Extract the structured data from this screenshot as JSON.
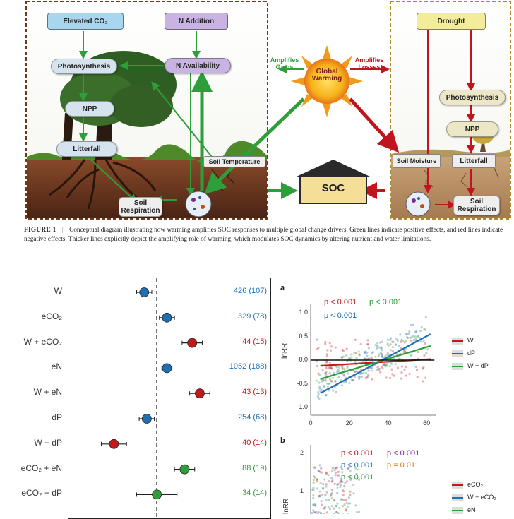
{
  "figure": {
    "diagram": {
      "drivers": {
        "elevated_co2": "Elevated CO₂",
        "n_addition": "N Addition",
        "drought": "Drought"
      },
      "left_nodes": {
        "photosynthesis": "Photosynthesis",
        "n_availability": "N Availability",
        "npp": "NPP",
        "litterfall": "Litterfall",
        "soil_temperature": "Soil Temperature",
        "soil_respiration": "Soil\nRespiration"
      },
      "center": {
        "global_warming": "Global\nWarming",
        "amplifies_gains": "Amplifies\nGains",
        "amplifies_losses": "Amplifies\nLosses",
        "soc": "SOC"
      },
      "right_nodes": {
        "photosynthesis": "Photosynthesis",
        "npp": "NPP",
        "soil_moisture": "Soil Moisture",
        "litterfall": "Litterfall",
        "soil_respiration": "Soil\nRespiration"
      },
      "colors": {
        "positive": "#2e9e3a",
        "negative": "#c0141e",
        "soc_box": "#f5df97",
        "sun": "#f7b319"
      }
    },
    "caption": {
      "label": "FIGURE 1",
      "separator": "|",
      "text": "Conceptual diagram illustrating how warming amplifies SOC responses to multiple global change drivers. Green lines indicate positive effects, and red lines indicate negative effects. Thicker lines explicitly depict the amplifying role of warming, which modulates SOC dynamics by altering nutrient and water limitations."
    },
    "forest_plot": {
      "rows": [
        {
          "label": "W",
          "effect": -0.05,
          "low": -0.08,
          "high": -0.02,
          "n": "426 (107)",
          "color": "#1f6fb5"
        },
        {
          "label": "eCO₂",
          "effect": 0.04,
          "low": 0.01,
          "high": 0.07,
          "n": "329 (78)",
          "color": "#1f6fb5"
        },
        {
          "label": "W + eCO₂",
          "effect": 0.14,
          "low": 0.1,
          "high": 0.18,
          "n": "44 (15)",
          "color": "#c21a1a"
        },
        {
          "label": "eN",
          "effect": 0.04,
          "low": 0.02,
          "high": 0.06,
          "n": "1052 (188)",
          "color": "#1f6fb5"
        },
        {
          "label": "W + eN",
          "effect": 0.17,
          "low": 0.13,
          "high": 0.21,
          "n": "43 (13)",
          "color": "#c21a1a"
        },
        {
          "label": "dP",
          "effect": -0.04,
          "low": -0.07,
          "high": -0.01,
          "n": "254 (68)",
          "color": "#1f6fb5"
        },
        {
          "label": "W + dP",
          "effect": -0.17,
          "low": -0.22,
          "high": -0.12,
          "n": "40 (14)",
          "color": "#c21a1a"
        },
        {
          "label": "eCO₂ + eN",
          "effect": 0.11,
          "low": 0.07,
          "high": 0.15,
          "n": "88 (19)",
          "color": "#2e9e3a"
        },
        {
          "label": "eCO₂ + dP",
          "effect": 0.0,
          "low": -0.08,
          "high": 0.08,
          "n": "34 (14)",
          "color": "#2e9e3a"
        }
      ],
      "reference_line": 0
    },
    "panel_a": {
      "letter": "a",
      "pvalues": [
        {
          "text": "p < 0.001",
          "color": "#c21a1a"
        },
        {
          "text": "p < 0.001",
          "color": "#2e9e3a"
        },
        {
          "text": "p < 0.001",
          "color": "#1f6fb5"
        }
      ],
      "ylabel": "lnRR",
      "yticks": [
        "1.0",
        "0.5",
        "0.0",
        "-0.5",
        "-1.0"
      ],
      "xticks": [
        "0",
        "20",
        "40",
        "60"
      ],
      "legend": [
        {
          "label": "W",
          "color": "#c21a1a"
        },
        {
          "label": "dP",
          "color": "#1f6fb5"
        },
        {
          "label": "W + dP",
          "color": "#2e9e3a"
        }
      ]
    },
    "panel_b": {
      "letter": "b",
      "pvalues": [
        {
          "text": "p < 0.001",
          "color": "#c21a1a"
        },
        {
          "text": "p < 0.001",
          "color": "#7a1fa2"
        },
        {
          "text": "p < 0.001",
          "color": "#1f6fb5"
        },
        {
          "text": "p = 0.011",
          "color": "#e07a10"
        },
        {
          "text": "p < 0.001",
          "color": "#2e9e3a"
        }
      ],
      "ylabel": "lnRR",
      "yticks": [
        "2",
        "1"
      ],
      "legend": [
        {
          "label": "eCO₂",
          "color": "#c21a1a"
        },
        {
          "label": "W + eCO₂",
          "color": "#1f6fb5"
        },
        {
          "label": "eN",
          "color": "#2e9e3a"
        }
      ]
    }
  }
}
